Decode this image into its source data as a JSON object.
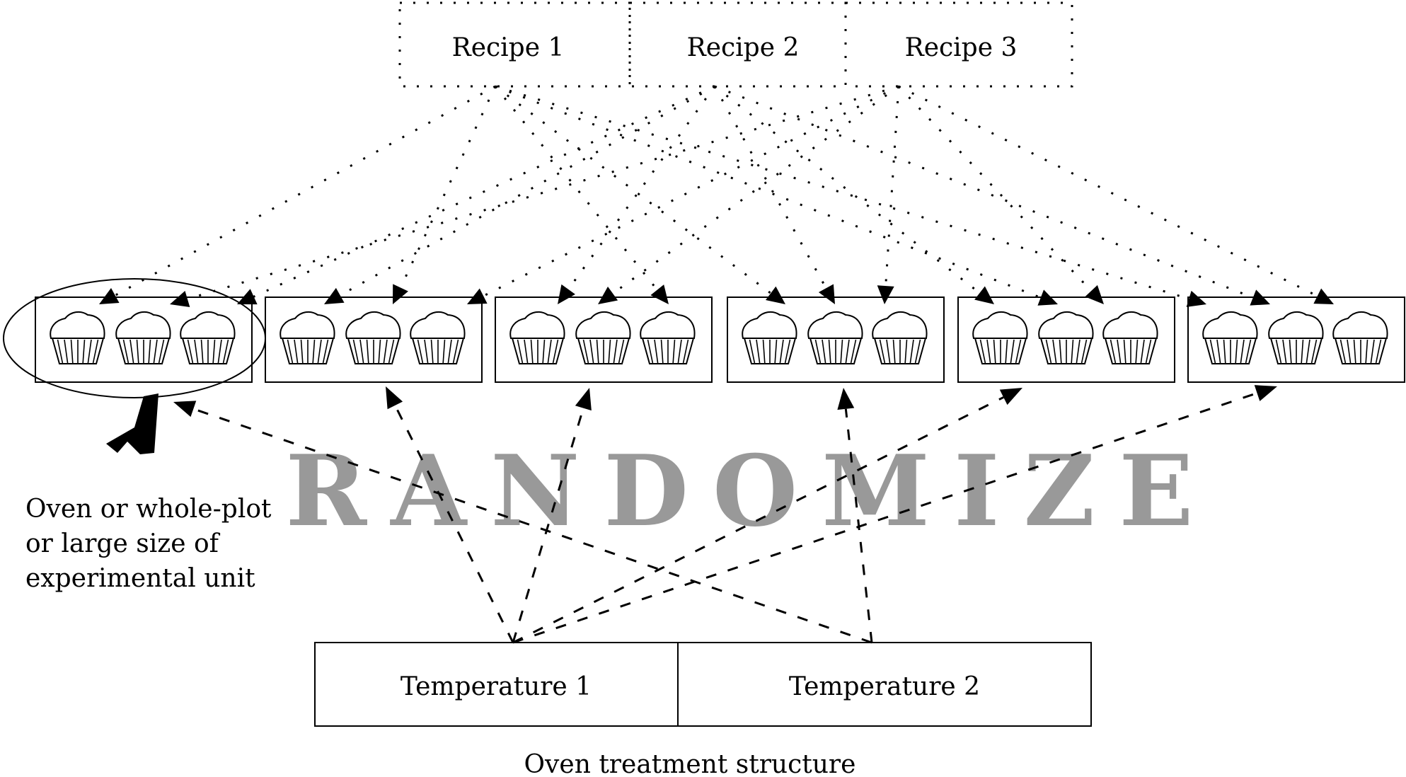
{
  "recipes": [
    "Recipe 1",
    "Recipe 2",
    "Recipe 3"
  ],
  "ovens": [
    {
      "id": 1,
      "muffins": 3
    },
    {
      "id": 2,
      "muffins": 3
    },
    {
      "id": 3,
      "muffins": 3
    },
    {
      "id": 4,
      "muffins": 3
    },
    {
      "id": 5,
      "muffins": 3
    },
    {
      "id": 6,
      "muffins": 3
    }
  ],
  "watermark": "RANDOMIZE",
  "whole_plot_label": [
    "Oven or whole-plot",
    "or large size of",
    "experimental unit"
  ],
  "temperatures": [
    "Temperature 1",
    "Temperature 2"
  ],
  "caption": "Oven treatment structure",
  "colors": {
    "ink": "#000000",
    "watermark": "#999999",
    "background": "#ffffff"
  }
}
